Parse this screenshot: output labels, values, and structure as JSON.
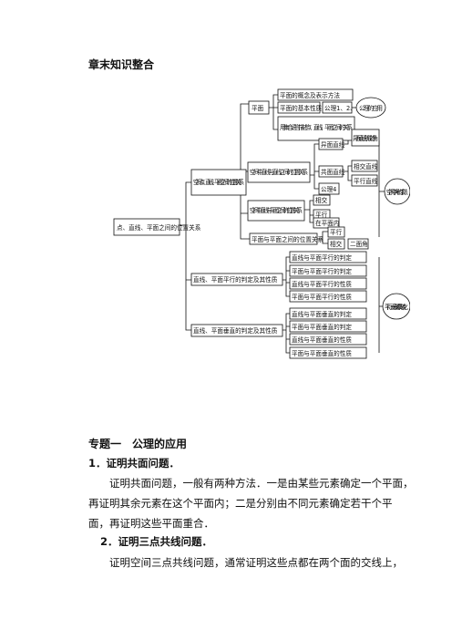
{
  "title": "章末知识整合",
  "diagram": {
    "root": "点、直线、平面之间的位置关系",
    "branch_space": "空间点、直线、平面之间的位置关系",
    "branch_parallel": "直线、平面平行的判定及其性质",
    "branch_perp": "直线、平面垂直的判定及其性质",
    "plane": "平面",
    "plane_concept": "平面的概念及表示方法",
    "plane_axioms": "平面的基本性质",
    "axioms_123": "公理1、2、3",
    "axiom_app": "公理的应用",
    "three_cases": "用集合语言描述点、直线、平面之间的关系",
    "lines_pos": "空间中直线与直线之间的位置关系",
    "skew": "异面直线",
    "skew_angle": "异面直线所成的角",
    "coplanar": "共面直线",
    "intersect": "相交直线",
    "parallel_lines": "平行直线",
    "axiom4": "公理4",
    "line_plane_pos": "空间中直线与平面之间的位置关系",
    "lp_intersect": "相交",
    "lp_parallel": "平行",
    "lp_in": "在平面内",
    "plane_plane_pos": "平面与平面之间的位置关系",
    "pp_parallel": "平行",
    "pp_intersect": "相交",
    "dihedral": "二面角",
    "method_box": "空间中角的求法",
    "par_items": [
      "直线与平面平行的判定",
      "平面与平面平行的判定",
      "直线与平面平行的性质",
      "平面与平面平行的性质"
    ],
    "perp_items": [
      "直线与平面垂直的判定",
      "平面与平面垂直的判定",
      "直线与平面垂直的性质",
      "平面与平面垂直的性质"
    ],
    "relation_box": "平行、垂直关系的转化"
  },
  "section1": {
    "heading": "专题一　公理的应用",
    "item1_title": "1．证明共面问题．",
    "item1_text_a": "证明共面问题，一般有两种方法．一是由某些元素确定一个平面，",
    "item1_text_b": "再证明其余元素在这个平面内；二是分别由不同元素确定若干个平",
    "item1_text_c": "面，再证明这些平面重合．",
    "item2_title": "2．证明三点共线问题．",
    "item2_text_a": "证明空间三点共线问题，通常证明这些点都在两个面的交线上，"
  }
}
